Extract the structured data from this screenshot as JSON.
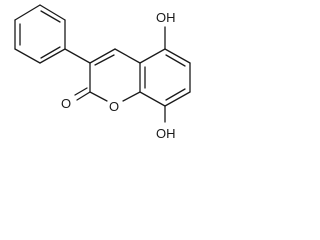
{
  "molecule": {
    "labels": {
      "oh_top": "OH",
      "oh_bottom": "OH",
      "ring_oxygen": "O",
      "carbonyl_oxygen": "O"
    }
  }
}
